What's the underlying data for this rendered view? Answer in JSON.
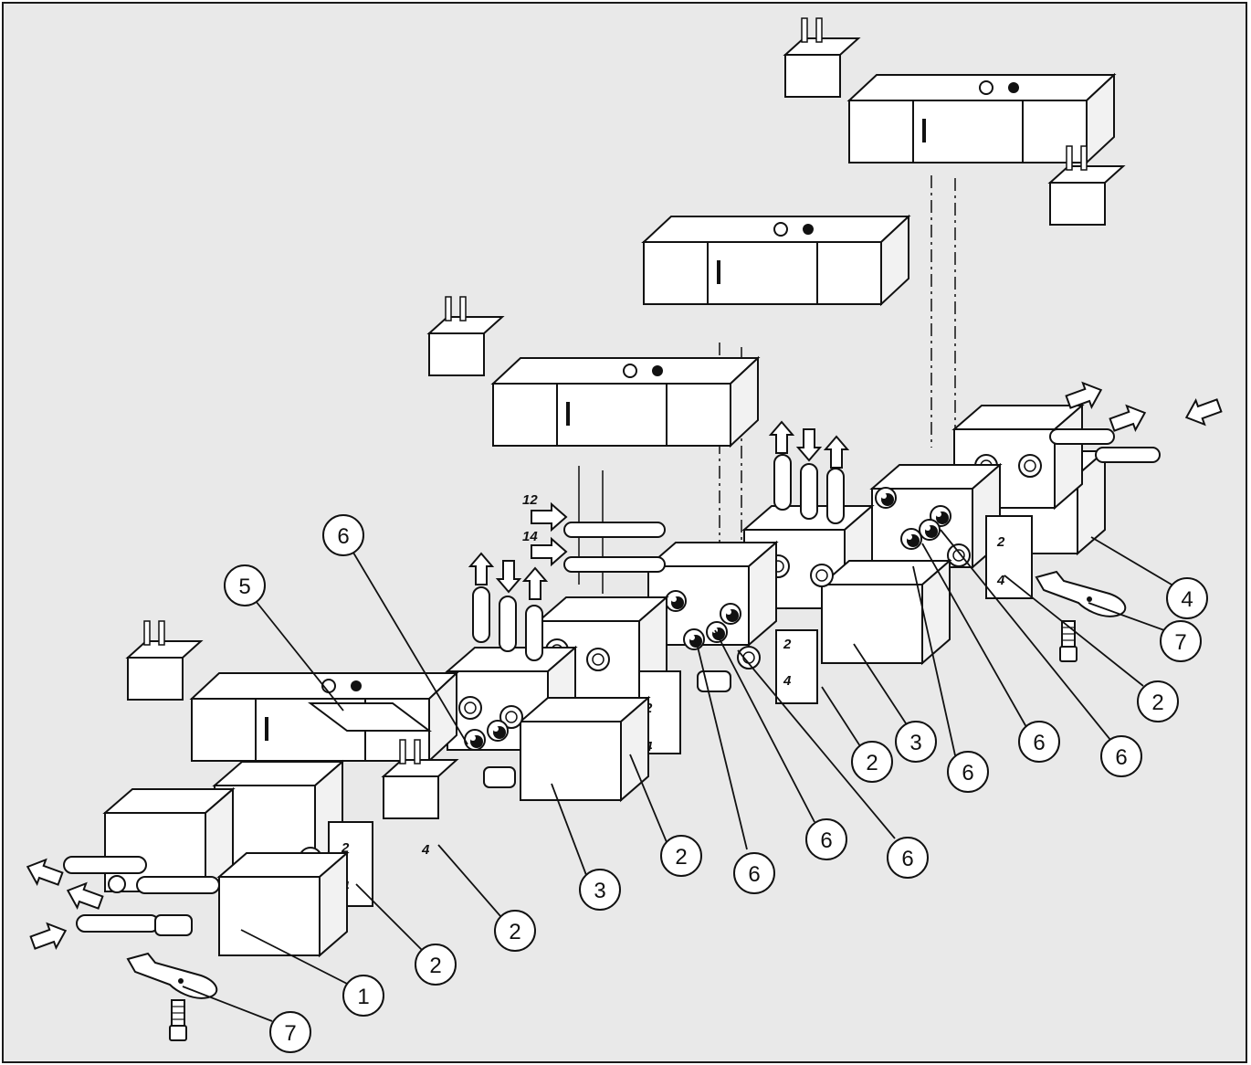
{
  "figure": {
    "background": "#e9e9e9",
    "line_color": "#111111",
    "fill_light": "#ffffff",
    "fill_shade": "#f2f2f2"
  },
  "port_labels": [
    "12",
    "14",
    "2",
    "4"
  ],
  "callouts": {
    "c1": "1",
    "c2a": "2",
    "c2b": "2",
    "c2c": "2",
    "c2d": "2",
    "c2e": "2",
    "c3a": "3",
    "c3b": "3",
    "c4": "4",
    "c5": "5",
    "c6a": "6",
    "c6b": "6",
    "c6c": "6",
    "c6d": "6",
    "c6e": "6",
    "c6f": "6",
    "c6g": "6",
    "c7a": "7",
    "c7b": "7"
  }
}
